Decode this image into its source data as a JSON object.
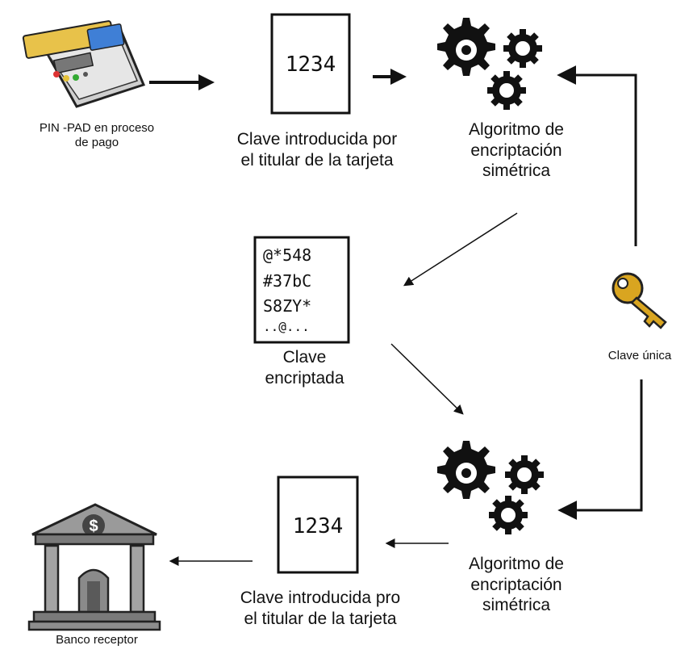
{
  "nodes": {
    "pinpad": {
      "label_line1": "PIN -PAD en proceso",
      "label_line2": "de pago"
    },
    "pin_entered": {
      "card_text": "1234",
      "label_line1": "Clave introducida por",
      "label_line2": "el titular de la tarjeta"
    },
    "algo_top": {
      "label_line1": "Algoritmo de",
      "label_line2": "encriptación",
      "label_line3": "simétrica"
    },
    "encrypted": {
      "card_line1": "@*548",
      "card_line2": "#37bC",
      "card_line3": "S8ZY*",
      "card_line4": "..@...",
      "label_line1": "Clave",
      "label_line2": "encriptada"
    },
    "key": {
      "label": "Clave única"
    },
    "algo_bottom": {
      "label_line1": "Algoritmo de",
      "label_line2": "encriptación",
      "label_line3": "simétrica"
    },
    "pin_decrypted": {
      "card_text": "1234",
      "label_line1": "Clave introducida pro",
      "label_line2": "el titular de la tarjeta"
    },
    "bank": {
      "label": "Banco receptor"
    }
  },
  "colors": {
    "ink": "#111111",
    "card_yellow": "#e8c24a",
    "card_blue": "#3f7fd6",
    "key_gold": "#d9a520",
    "bank_gray": "#8d8d8d"
  }
}
